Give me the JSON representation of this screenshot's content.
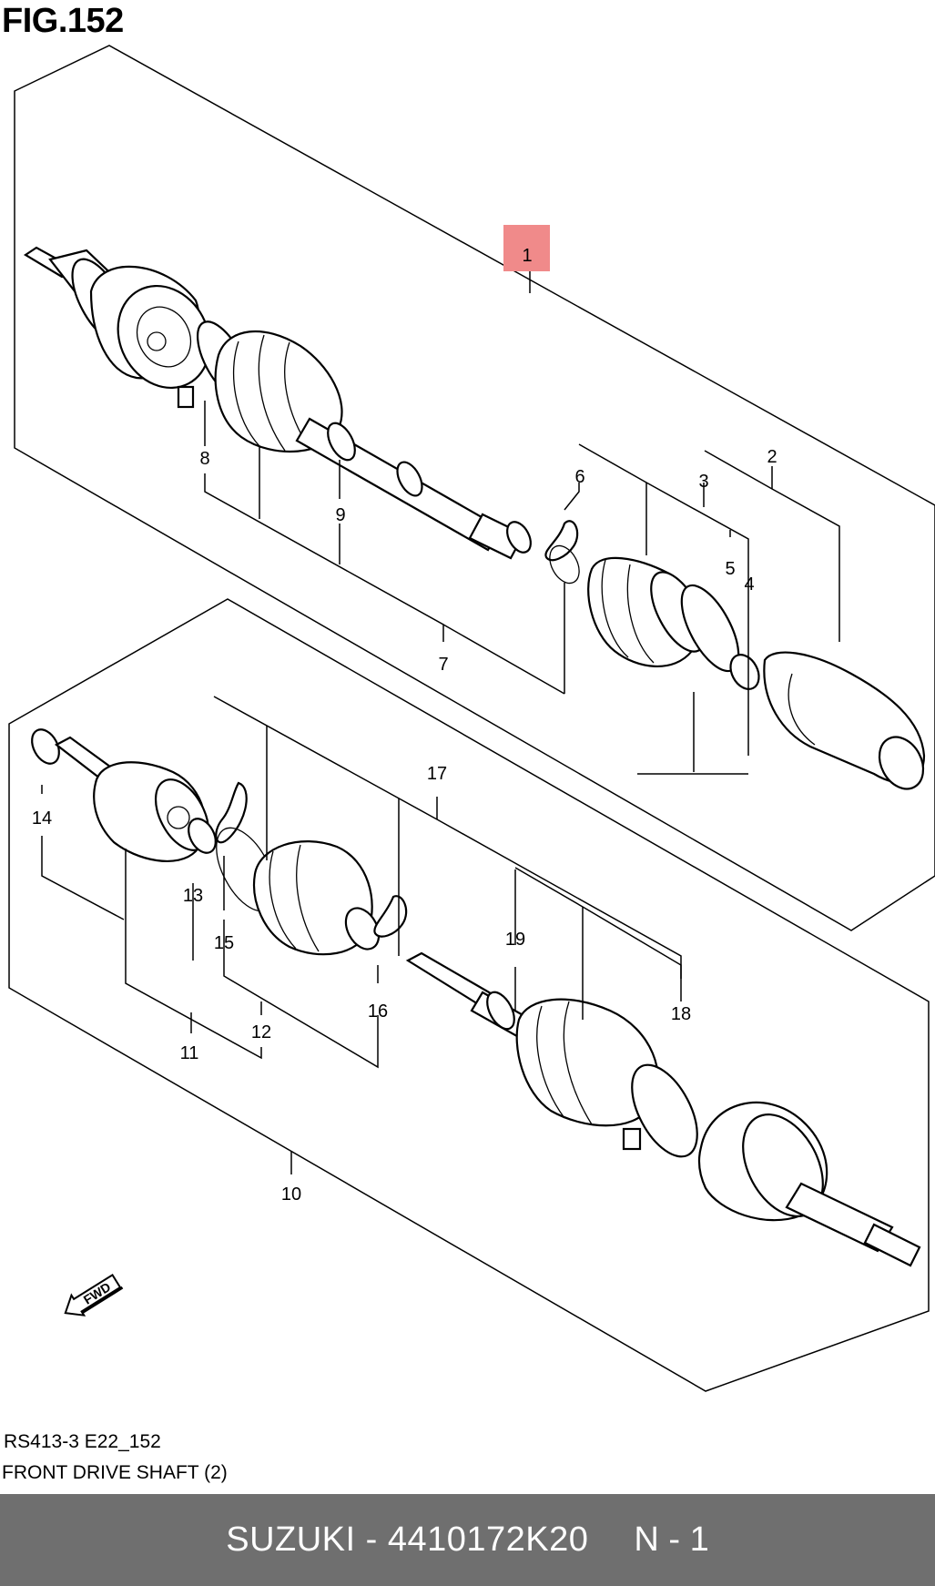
{
  "figure": {
    "title": "FIG.152",
    "code": "RS413-3 E22_152",
    "caption": "FRONT DRIVE SHAFT (2)",
    "fwd_label": "FWD"
  },
  "callouts": {
    "c1": "1",
    "c2": "2",
    "c3": "3",
    "c4": "4",
    "c5": "5",
    "c6": "6",
    "c7": "7",
    "c8": "8",
    "c9": "9",
    "c10": "10",
    "c11": "11",
    "c12": "12",
    "c13": "13",
    "c14": "14",
    "c15": "15",
    "c16": "16",
    "c17": "17",
    "c18": "18",
    "c19": "19"
  },
  "highlight": {
    "callout": "1",
    "color": "#f08a8a"
  },
  "footer": {
    "brand_part": "SUZUKI - 4410172K20",
    "page": "N - 1",
    "background": "#6f6f6f"
  }
}
